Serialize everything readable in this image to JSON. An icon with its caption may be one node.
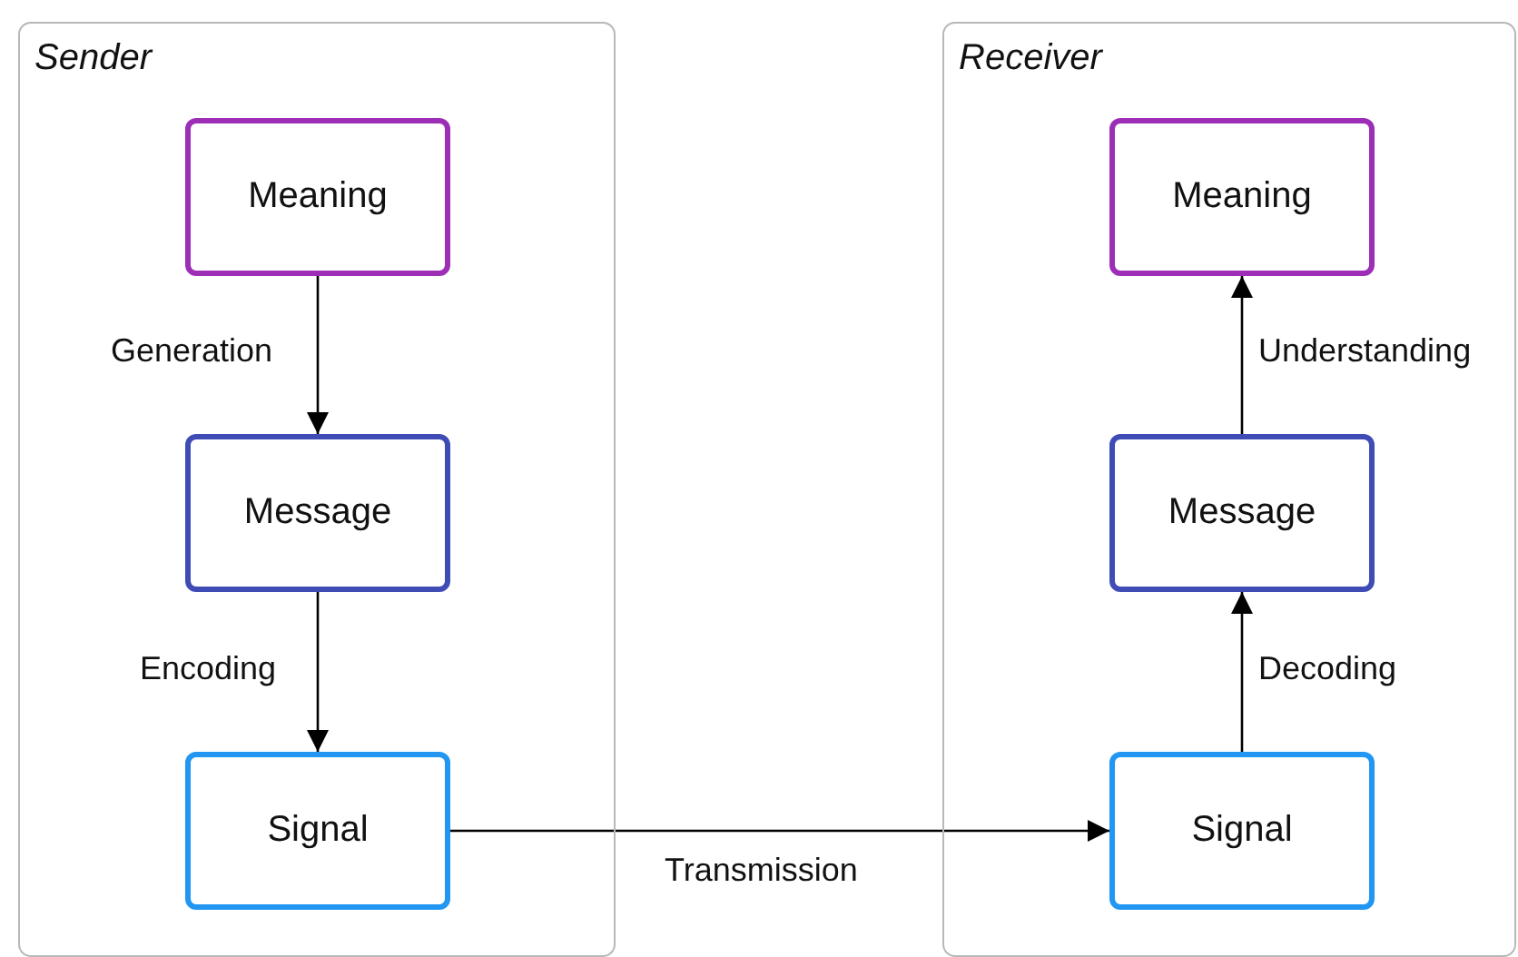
{
  "diagram": {
    "nodes": [
      {
        "text": [
          "Sender"
        ]
      },
      {
        "text": [
          "Meaning"
        ],
        "in": 0
      },
      {
        "text": [
          "Message"
        ],
        "in": 0
      },
      {
        "text": [
          "Signal"
        ],
        "in": 0
      },
      {
        "text": [
          "Receiver"
        ]
      },
      {
        "text": [
          "Meaning"
        ],
        "in": 4
      },
      {
        "text": [
          "Message"
        ],
        "in": 4
      },
      {
        "text": [
          "Signal"
        ],
        "in": 4
      }
    ],
    "edges": [
      {
        "from": 1,
        "to": 2,
        "arrow": "to",
        "label": "Generation"
      },
      {
        "from": 2,
        "to": 3,
        "arrow": "to",
        "label": "Encoding"
      },
      {
        "from": 3,
        "to": 7,
        "arrow": "to",
        "label": "Transmission"
      },
      {
        "from": 7,
        "to": 6,
        "arrow": "to",
        "label": "Decoding"
      },
      {
        "from": 6,
        "to": 5,
        "arrow": "to",
        "label": "Understanding"
      }
    ]
  }
}
